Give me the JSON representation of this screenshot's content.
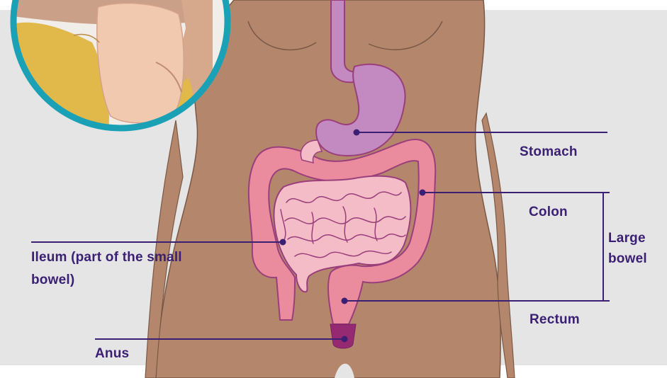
{
  "labels": {
    "stomach": "Stomach",
    "colon": "Colon",
    "large_bowel": "Large bowel",
    "rectum": "Rectum",
    "ileum": "Ileum (part of the small bowel)",
    "anus": "Anus"
  },
  "colors": {
    "background": "#e5e5e5",
    "skin": "#b4876d",
    "skin_outline": "#7a5845",
    "stomach": "#c28ac0",
    "large_bowel": "#eb8c9e",
    "small_bowel": "#f3bcc6",
    "organ_outline": "#9a3e7c",
    "anus": "#962a72",
    "label_text": "#3a1f73",
    "leader_line": "#3a1f73",
    "photo_ring": "#1aa1b5"
  },
  "icons": [
    "ostomy-photo"
  ]
}
